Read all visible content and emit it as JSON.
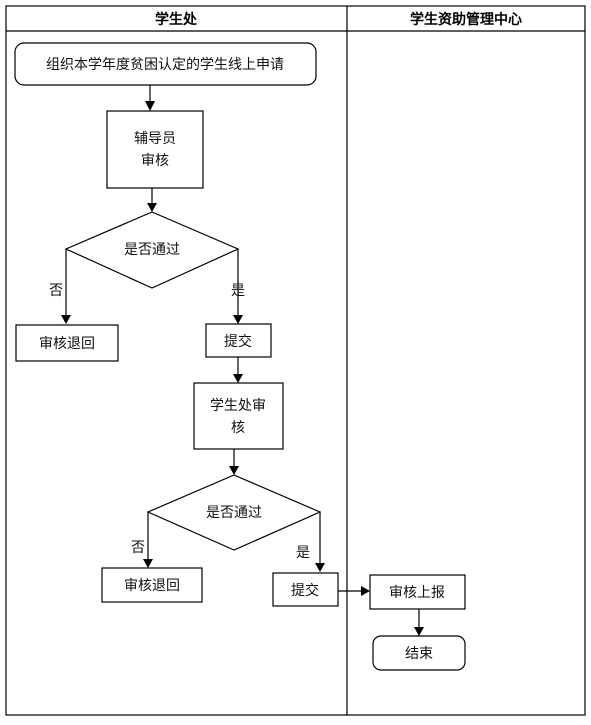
{
  "lanes": [
    {
      "id": "lane-student-office",
      "label": "学生处"
    },
    {
      "id": "lane-aid-center",
      "label": "学生资助管理中心"
    }
  ],
  "nodes": {
    "start": "组织本学年度贫困认定的学生线上申请",
    "counselor_line1": "辅导员",
    "counselor_line2": "审核",
    "decision1": "是否通过",
    "no1": "否",
    "yes1": "是",
    "reject1": "审核退回",
    "submit1": "提交",
    "office_review_line1": "学生处审",
    "office_review_line2": "核",
    "decision2": "是否通过",
    "no2": "否",
    "yes2": "是",
    "reject2": "审核退回",
    "submit2": "提交",
    "report": "审核上报",
    "end": "结束"
  }
}
